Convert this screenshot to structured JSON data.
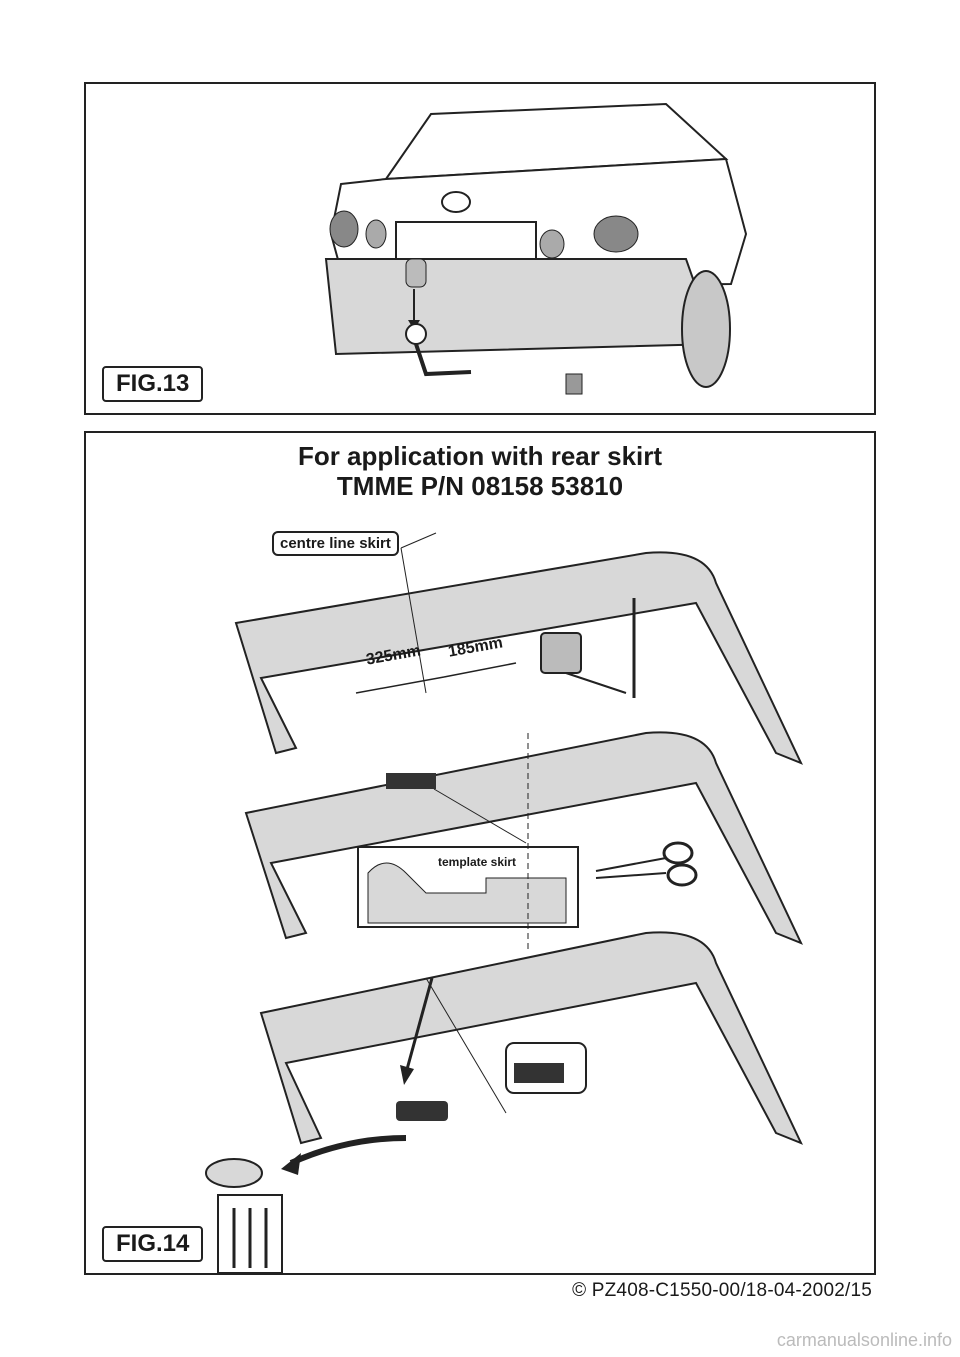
{
  "fig13": {
    "label": "FIG.13"
  },
  "fig14": {
    "label": "FIG.14",
    "heading_line1": "For application with rear skirt",
    "heading_line2": "TMME  P/N  08158 53810",
    "callout": "centre line skirt",
    "dim_left": "325mm",
    "dim_right": "185mm",
    "template_label": "template skirt"
  },
  "footer": "© PZ408-C1550-00/18-04-2002/15",
  "watermark": "carmanualsonline.info",
  "colors": {
    "stroke": "#222222",
    "fill": "#d8d8d8",
    "dark": "#333333"
  },
  "icons": [
    "car-rear-illustration",
    "tow-bar-icon",
    "bumper-skirt-illustration",
    "tape-measure-icon",
    "pencil-icon",
    "scissors-icon",
    "jigsaw-icon",
    "waste-bin-icon"
  ]
}
